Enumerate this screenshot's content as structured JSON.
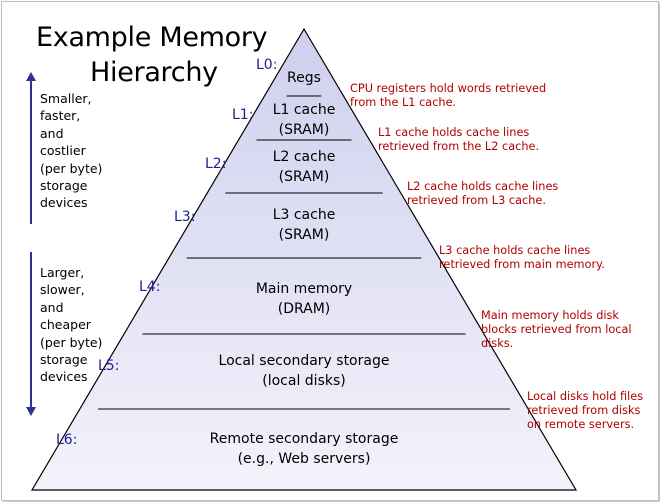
{
  "title": {
    "line1": "Example Memory",
    "line2": "Hierarchy"
  },
  "side": {
    "top_text": "Smaller,\nfaster,\nand\ncostlier\n(per byte)\nstorage\ndevices",
    "bottom_text": "Larger,\nslower,\nand\ncheaper\n(per byte)\nstorage\ndevices"
  },
  "colors": {
    "pyramid_fill_top": "#cfcfee",
    "pyramid_fill_bottom": "#f3f3fb",
    "level_label": "#1f1f8f",
    "note": "#b00000",
    "arrow": "#2e3192"
  },
  "levels": [
    {
      "label": "L0:",
      "line1": "Regs",
      "line2": ""
    },
    {
      "label": "L1:",
      "line1": "L1 cache",
      "line2": "(SRAM)"
    },
    {
      "label": "L2:",
      "line1": "L2 cache",
      "line2": "(SRAM)"
    },
    {
      "label": "L3:",
      "line1": "L3 cache",
      "line2": "(SRAM)"
    },
    {
      "label": "L4:",
      "line1": "Main memory",
      "line2": "(DRAM)"
    },
    {
      "label": "L5:",
      "line1": "Local secondary storage",
      "line2": "(local disks)"
    },
    {
      "label": "L6:",
      "line1": "Remote secondary storage",
      "line2": "(e.g., Web servers)"
    }
  ],
  "notes": [
    "CPU registers hold words retrieved\nfrom the L1 cache.",
    "L1 cache holds cache lines\nretrieved from the L2 cache.",
    "L2 cache holds cache lines\nretrieved from L3 cache.",
    "L3 cache holds cache lines\nretrieved from main memory.",
    "Main memory holds disk\nblocks retrieved from local\ndisks.",
    "Local disks hold files\nretrieved from disks\non remote servers."
  ]
}
